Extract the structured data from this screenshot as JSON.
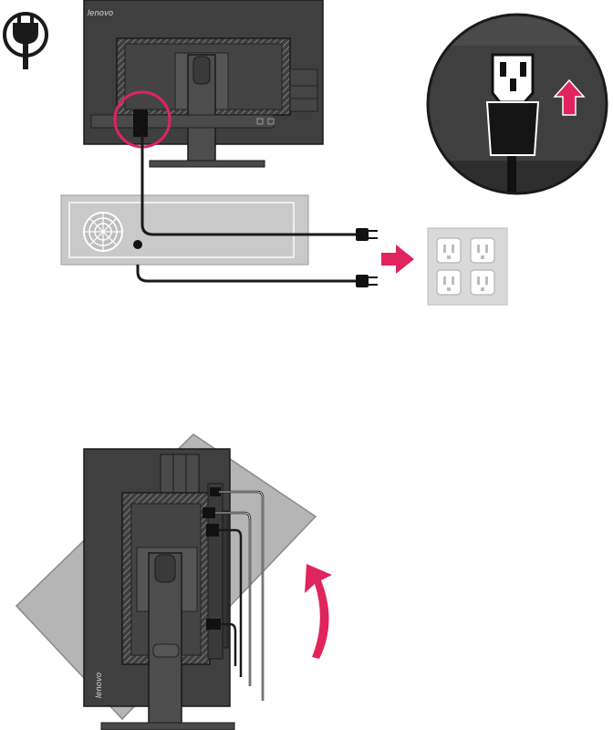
{
  "figures": {
    "top": {
      "name": "power-connection-diagram"
    },
    "bottom": {
      "name": "pivot-rotation-diagram"
    }
  },
  "monitor": {
    "brand_label": "lenovo"
  },
  "colors": {
    "monitor_body": "#3f3f3f",
    "monitor_shell": "#4a4a4a",
    "cable": "#1a1a1a",
    "highlight": "#e0245e",
    "computer_case": "#c9c9c9",
    "outlet_plate": "#d9d9d9",
    "rotated_panel": "#b5b5b5"
  },
  "icons": [
    "power-plug-icon",
    "arrow-up-icon",
    "arrow-right-icon",
    "rotate-arrow-icon",
    "fan-icon",
    "outlet-icon"
  ]
}
